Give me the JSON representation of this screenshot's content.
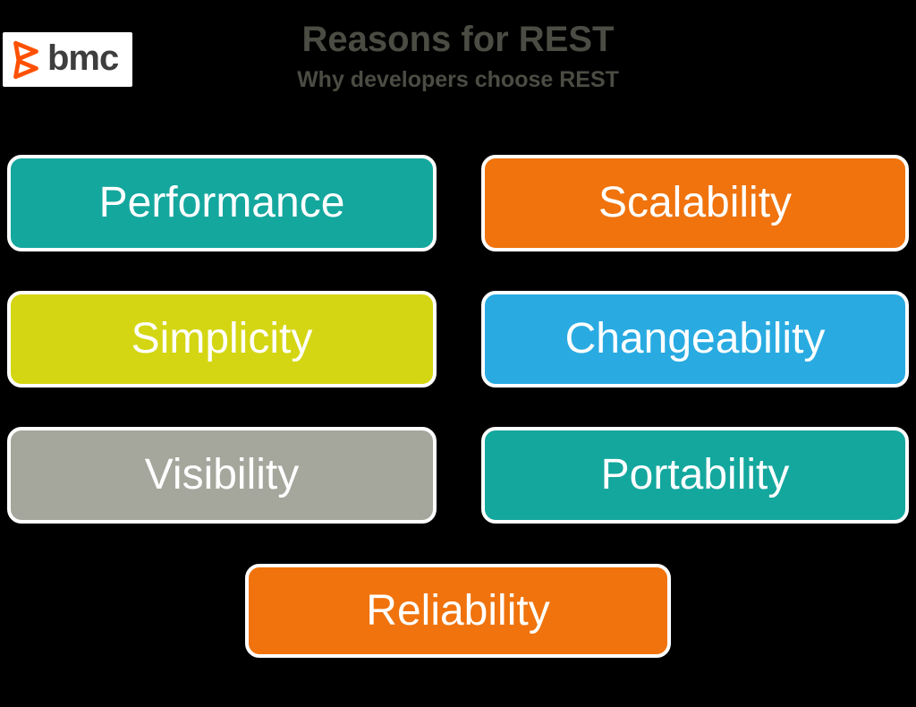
{
  "page": {
    "background": "#000000"
  },
  "logo": {
    "text": "bmc",
    "icon": "bmc-chevrons-icon",
    "plate_color": "#ffffff",
    "icon_color": "#fe5000",
    "text_color": "#3e3e3e"
  },
  "header": {
    "title": "Reasons for REST",
    "subtitle": "Why developers choose REST",
    "text_color": "#4b4c43"
  },
  "boxes": [
    {
      "label": "Performance",
      "color": "#14a79e"
    },
    {
      "label": "Scalability",
      "color": "#f0730d"
    },
    {
      "label": "Simplicity",
      "color": "#d4d613"
    },
    {
      "label": "Changeability",
      "color": "#29abe2"
    },
    {
      "label": "Visibility",
      "color": "#a5a69c"
    },
    {
      "label": "Portability",
      "color": "#14a79e"
    },
    {
      "label": "Reliability",
      "color": "#f0730d"
    }
  ]
}
